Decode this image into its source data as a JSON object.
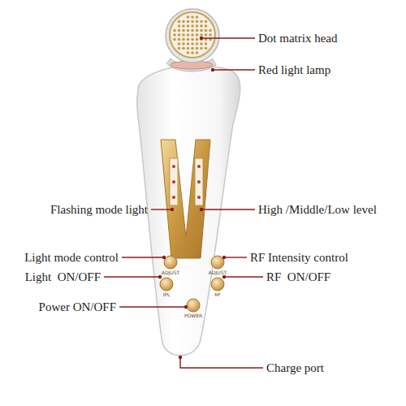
{
  "diagram": {
    "labels": [
      "Dot matrix head",
      "Red light lamp",
      "Flashing mode light",
      "High /Middle/Low level",
      "Light mode control",
      "RF Intensity control",
      "Light  ON/OFF",
      "RF  ON/OFF",
      "Power ON/OFF",
      "Charge port",
      "ADJUST",
      "ADJUST",
      "IPL",
      "RF",
      "POWER"
    ]
  }
}
